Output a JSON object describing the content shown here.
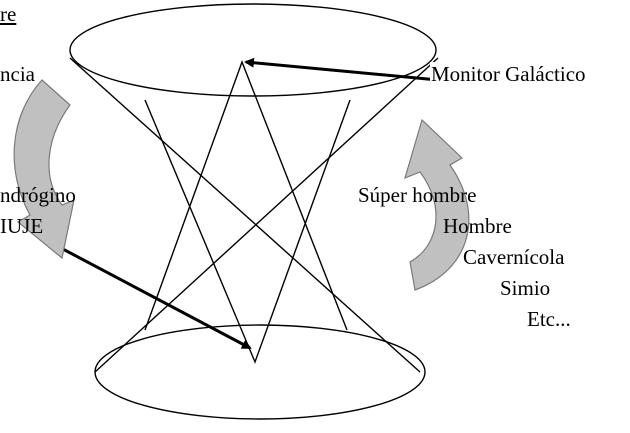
{
  "diagram": {
    "labels": {
      "top_left_fragment": "re",
      "left_fragment": "ncia",
      "left_androgyne": "ndrógino",
      "left_woman": "IUJE",
      "galactic_monitor": "Monitor Galáctico",
      "superman": "Súper hombre",
      "man": "Hombre",
      "caveman": "Cavernícola",
      "ape": "Simio",
      "etc": "Etc..."
    },
    "colors": {
      "stroke": "#000000",
      "curved_arrow_fill": "#c0c0c0",
      "curved_arrow_stroke": "#7a7a7a",
      "text": "#000000"
    },
    "icons": {
      "left_arrow": "curved-arrow-down-icon",
      "right_arrow": "curved-arrow-up-icon"
    }
  }
}
